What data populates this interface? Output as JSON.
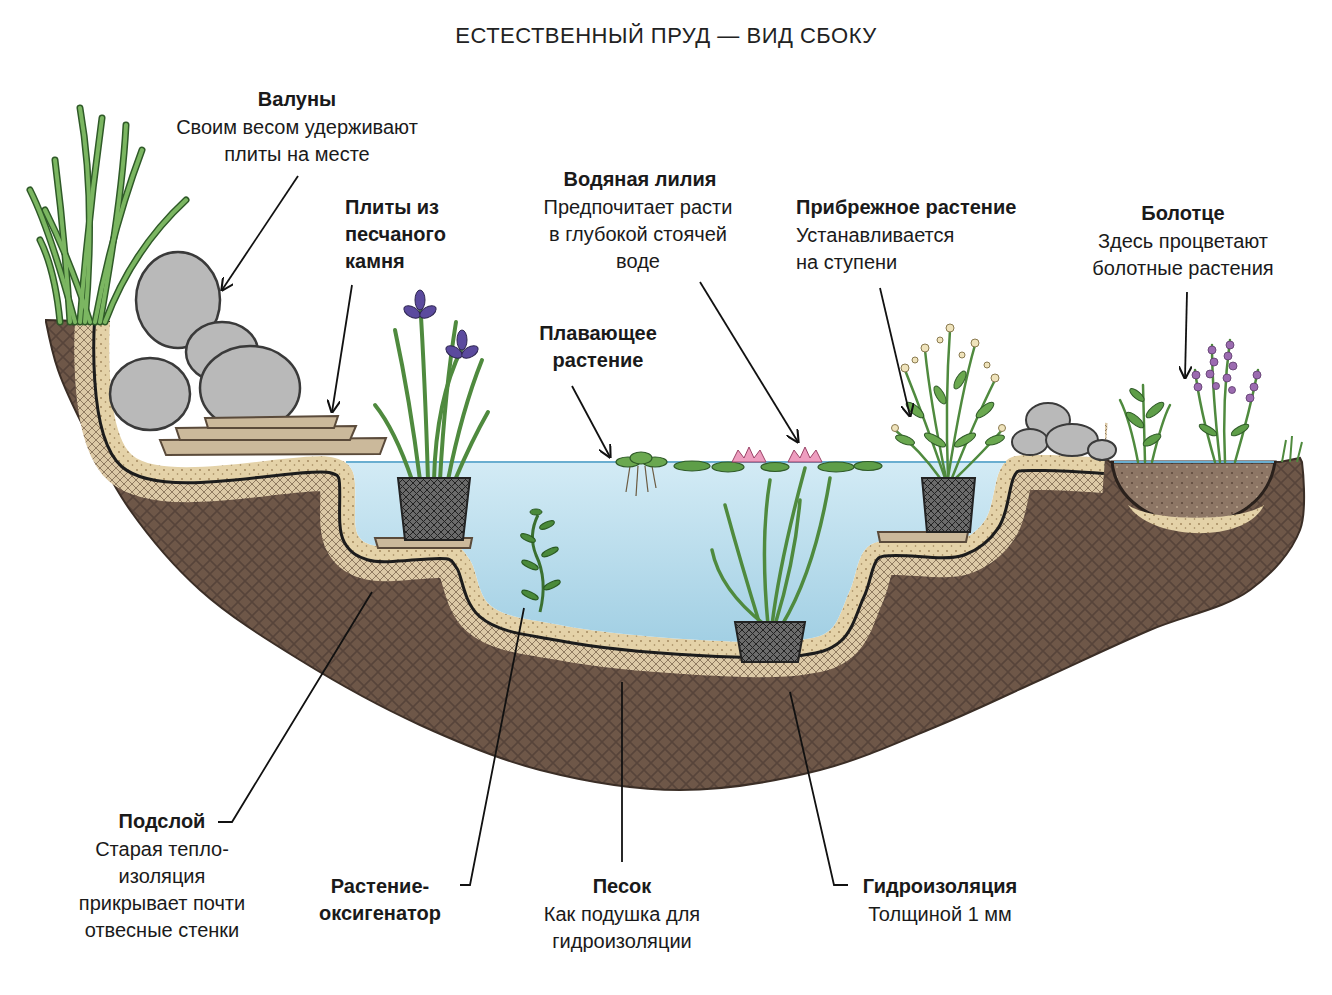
{
  "diagram": {
    "title": "ЕСТЕСТВЕННЫЙ ПРУД — ВИД СБОКУ",
    "labels": [
      "Валуны",
      "Своим весом удерживают плиты на месте",
      "Плиты из песчаного камня",
      "Водяная лилия",
      "Предпочитает расти в глубокой стоячей воде",
      "Прибрежное растение",
      "Устанавливается на ступени",
      "Болотце",
      "Здесь процветают болотные растения",
      "Плавающее растение",
      "Подслой",
      "Старая тепло- изоляция прикрывает почти отвесные стенки",
      "Растение- оксигенатор",
      "Песок",
      "Как подушка для гидроизоляции",
      "Гидроизоляция",
      "Толщиной 1 мм"
    ]
  }
}
